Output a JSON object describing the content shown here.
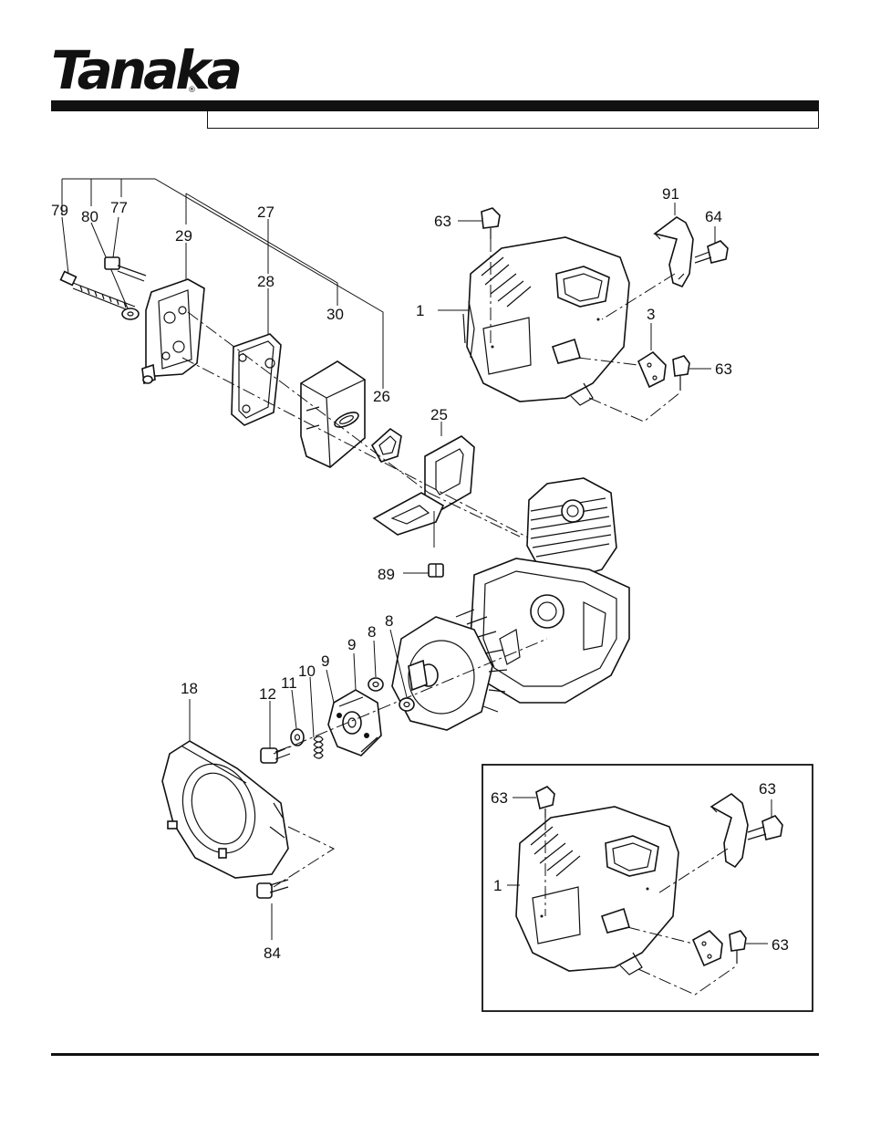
{
  "brand": {
    "name": "Tanaka",
    "mark": "®"
  },
  "callouts": {
    "c79": "79",
    "c80": "80",
    "c77": "77",
    "c29": "29",
    "c27": "27",
    "c28": "28",
    "c30": "30",
    "c26": "26",
    "c25": "25",
    "c89": "89",
    "c63a": "63",
    "c91": "91",
    "c64": "64",
    "c1a": "1",
    "c3": "3",
    "c63b": "63",
    "c18": "18",
    "c12": "12",
    "c11": "11",
    "c10": "10",
    "c9a": "9",
    "c9b": "9",
    "c8a": "8",
    "c8b": "8",
    "c84": "84",
    "c63c": "63",
    "c63d": "63",
    "c1b": "1",
    "c63e": "63"
  }
}
